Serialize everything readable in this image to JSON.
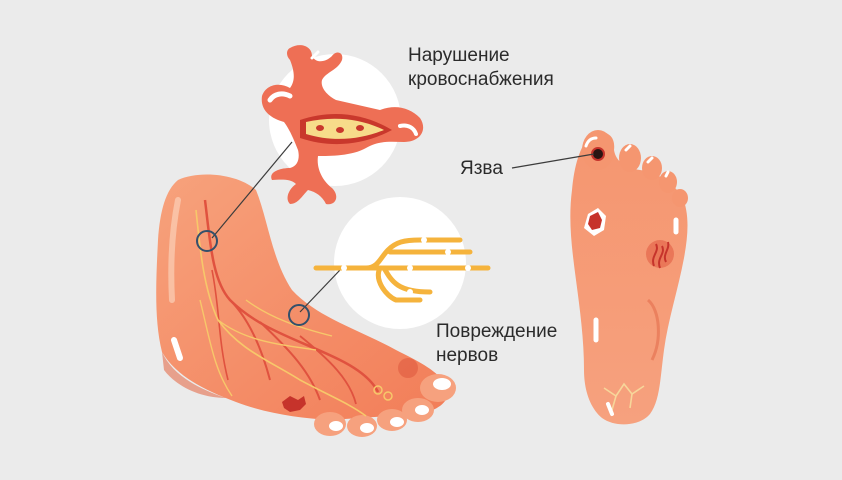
{
  "labels": {
    "blood_supply_line1": "Нарушение",
    "blood_supply_line2": "кровоснабжения",
    "ulcer": "Язва",
    "nerve_damage_line1": "Повреждение",
    "nerve_damage_line2": "нервов"
  },
  "colors": {
    "background": "#ebebeb",
    "skin": "#f4926a",
    "skin_light": "#f8b593",
    "skin_dark": "#e46e4c",
    "vessel": "#e8624a",
    "vessel_dark": "#c9382c",
    "nerve": "#f5b33c",
    "callout_circle": "#ffffff",
    "pointer_line": "#3c3c3c",
    "marker_ring": "#33506b",
    "wound": "#c6332b"
  },
  "icons": [
    "blood-vessel-illustration",
    "nerve-illustration",
    "foot-side-view",
    "foot-sole-view"
  ]
}
